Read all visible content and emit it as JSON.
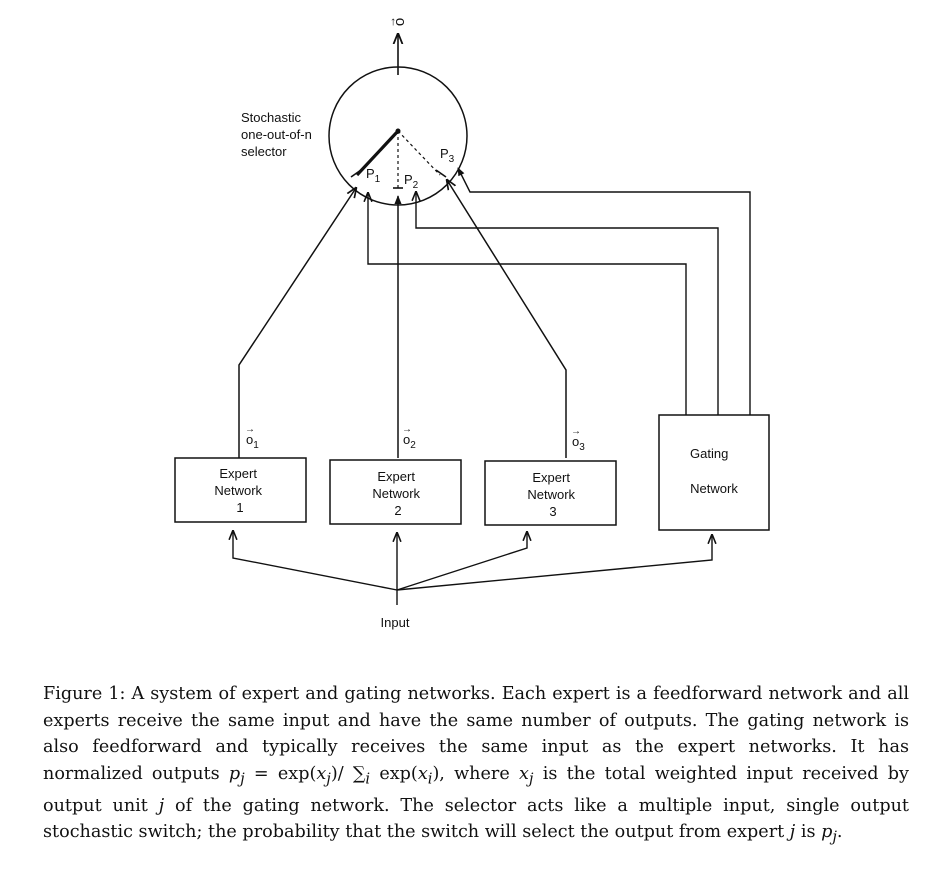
{
  "diagram": {
    "output_label": "o",
    "selector_label": [
      "Stochastic",
      "one-out-of-n",
      "selector"
    ],
    "probabilities": [
      {
        "name": "P",
        "sub": "1"
      },
      {
        "name": "P",
        "sub": "2"
      },
      {
        "name": "P",
        "sub": "3"
      }
    ],
    "expert_outputs": [
      {
        "name": "o",
        "sub": "1"
      },
      {
        "name": "o",
        "sub": "2"
      },
      {
        "name": "o",
        "sub": "3"
      }
    ],
    "experts": [
      {
        "line1": "Expert",
        "line2": "Network",
        "line3": "1"
      },
      {
        "line1": "Expert",
        "line2": "Network",
        "line3": "2"
      },
      {
        "line1": "Expert",
        "line2": "Network",
        "line3": "3"
      }
    ],
    "gating": {
      "line1": "Gating",
      "line2": "Network"
    },
    "input_label": "Input"
  },
  "caption": {
    "prefix": "Figure 1: A system of expert and gating networks. Each expert is a feedforward network and all experts receive the same input and have the same number of outputs. The gating network is also feedforward and typically receives the same input as the expert networks. It has normalized outputs ",
    "formula_pj": "p",
    "formula_j": "j",
    "formula_eq": " = exp(",
    "formula_x": "x",
    "formula_mid": ")/ ",
    "formula_sum": "∑",
    "formula_i": "i",
    "formula_exp2": " exp(",
    "formula_end": "), where ",
    "mid_text": " is the total weighted input received by output unit ",
    "tail_text": " of the gating network. The selector acts like a multiple input, single output stochastic switch; the probability that the switch will select the output from expert ",
    "final_is": " is "
  }
}
